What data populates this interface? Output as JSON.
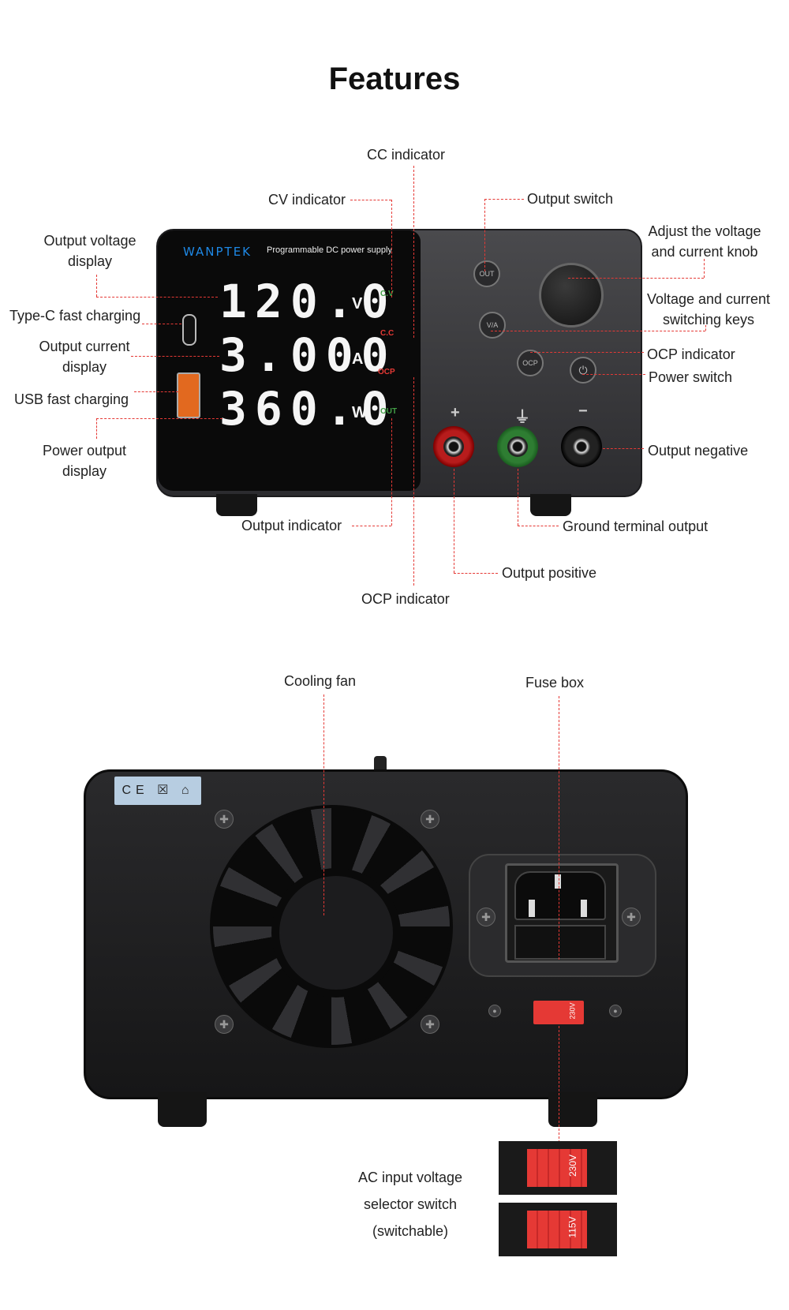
{
  "title": "Features",
  "front": {
    "brand": "WANPTEK",
    "subtitle": "Programmable DC power supply",
    "display": {
      "voltage": "120.0",
      "voltage_unit": "V",
      "current": "3.000",
      "current_unit": "A",
      "power": "360.0",
      "power_unit": "W"
    },
    "indicators": {
      "cv": "C.V",
      "cc": "C.C",
      "ocp": "OCP",
      "out": "OUT"
    },
    "buttons": {
      "out": "OUT",
      "va": "V/A",
      "ocp": "OCP",
      "power": "⏻"
    },
    "terminal_symbols": {
      "positive": "+",
      "ground": "⏚",
      "negative": "−"
    },
    "labels": {
      "cc_indicator": "CC indicator",
      "cv_indicator": "CV indicator",
      "output_switch": "Output switch",
      "adjust_knob": "Adjust the voltage and current knob",
      "output_voltage_display": "Output voltage display",
      "typec": "Type-C fast charging",
      "va_keys": "Voltage and current switching keys",
      "output_current_display": "Output current display",
      "ocp_indicator_right": "OCP indicator",
      "power_switch": "Power switch",
      "usb": "USB fast charging",
      "power_output_display": "Power output display",
      "output_negative": "Output negative",
      "output_indicator": "Output indicator",
      "ground_terminal": "Ground terminal output",
      "output_positive": "Output positive",
      "ocp_indicator_bottom": "OCP indicator"
    }
  },
  "rear": {
    "cert": "CE ☒ ⌂",
    "switch_value": "230V",
    "selector_options": [
      "230V",
      "115V"
    ],
    "labels": {
      "cooling_fan": "Cooling fan",
      "fuse_box": "Fuse box",
      "ac_selector_1": "AC input voltage",
      "ac_selector_2": "selector switch",
      "ac_selector_3": "(switchable)"
    }
  }
}
